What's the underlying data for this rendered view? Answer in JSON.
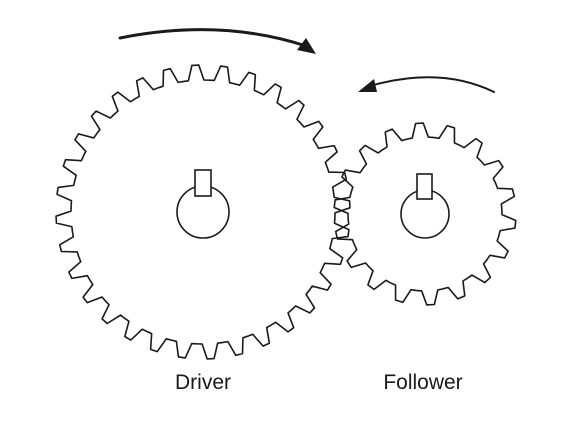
{
  "labels": {
    "driver": "Driver",
    "follower": "Follower"
  },
  "gears": {
    "driver": {
      "teeth": 32
    },
    "follower": {
      "teeth": 18
    }
  },
  "colors": {
    "stroke": "#1a1a1a",
    "background": "#ffffff"
  }
}
